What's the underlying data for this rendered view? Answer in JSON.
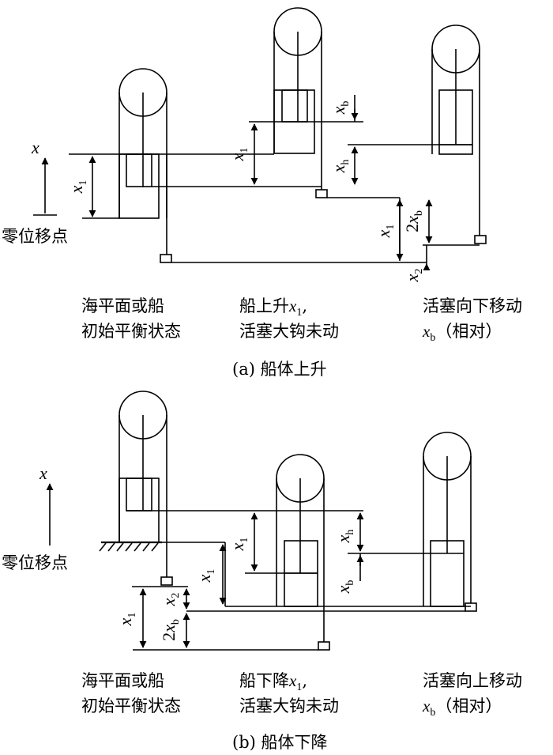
{
  "panel_a": {
    "caption": "(a) 船体上升",
    "axis_symbol": "x",
    "zero_label": "零位移点",
    "state1": {
      "line1": "海平面或船",
      "line2": "初始平衡状态"
    },
    "state2": {
      "line1": "船上升",
      "line1_sym": "x",
      "line1_sub": "1",
      "line1_tail": ",",
      "line2": "活塞大钩未动"
    },
    "state3": {
      "line1": "活塞向下移动",
      "line2_sym": "x",
      "line2_sub": "b",
      "line2_tail": "（相对）"
    },
    "dims": {
      "x1": "x₁",
      "xb": "x_b",
      "xh": "x_h",
      "two_xb": "2x_b",
      "x2": "x₂"
    }
  },
  "panel_b": {
    "caption": "(b) 船体下降",
    "axis_symbol": "x",
    "zero_label": "零位移点",
    "state1": {
      "line1": "海平面或船",
      "line2": "初始平衡状态"
    },
    "state2": {
      "line1": "船下降",
      "line1_sym": "x",
      "line1_sub": "1",
      "line1_tail": ",",
      "line2": "活塞大钩未动"
    },
    "state3": {
      "line1": "活塞向上移动",
      "line2_sym": "x",
      "line2_sub": "b",
      "line2_tail": "（相对）"
    },
    "dims": {
      "x1": "x₁",
      "xb": "x_b",
      "xh": "x_h",
      "two_xb": "2x_b",
      "x2": "x₂"
    }
  }
}
